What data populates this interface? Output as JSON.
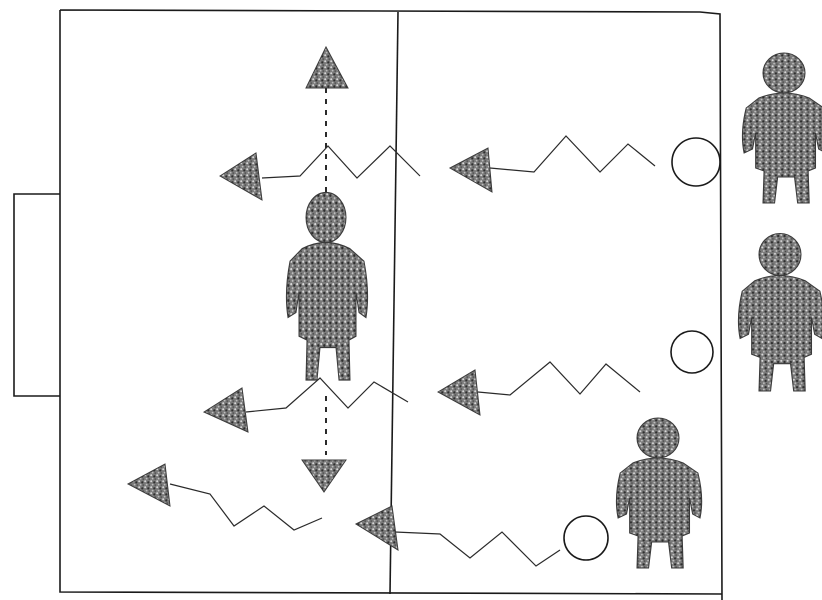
{
  "diagram": {
    "kind": "soccer-drill",
    "elements": {
      "goal": "goal-frame",
      "field": "field-boundary",
      "halfway": "halfway-line",
      "players": [
        "player-defender",
        "player-attacker-top",
        "player-attacker-middle",
        "player-attacker-bottom"
      ],
      "balls": [
        "ball-top",
        "ball-middle",
        "ball-bottom"
      ],
      "cones": [
        "cone-top",
        "cone-mid-high",
        "cone-mid-low",
        "cone-bottom-left",
        "cone-right-top",
        "cone-right-middle",
        "cone-right-bottom",
        "cone-left-low"
      ]
    },
    "colors": {
      "ink": "#1a1a1a",
      "speckle_dark": "#4a4a4a",
      "speckle_light": "#9a9a9a"
    }
  }
}
